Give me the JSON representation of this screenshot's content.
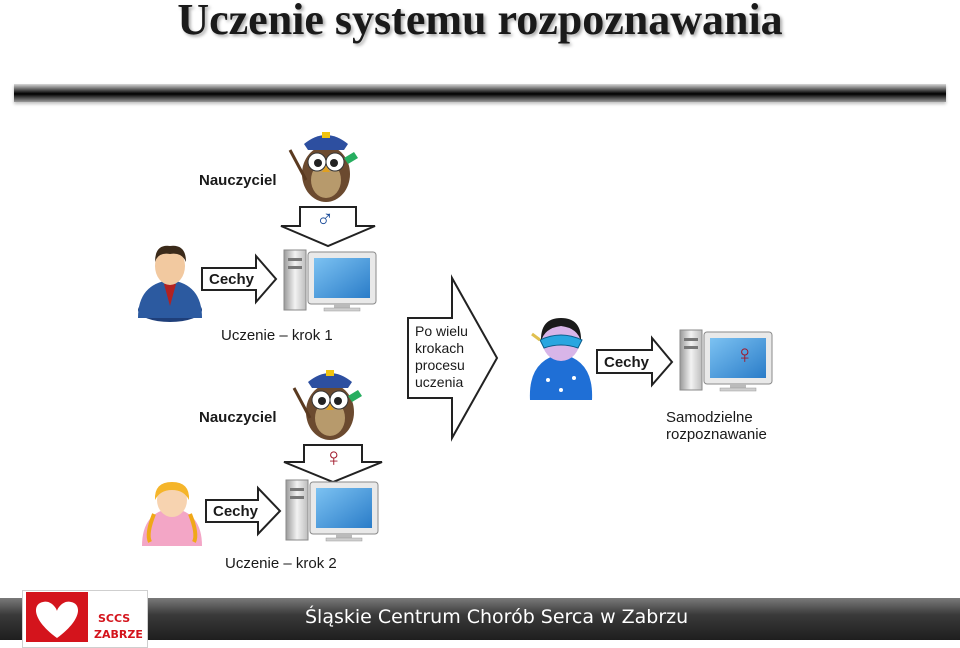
{
  "title": "Uczenie systemu rozpoznawania",
  "diagram": {
    "teacher_label_1": "Nauczyciel",
    "teacher_label_2": "Nauczyciel",
    "features_label_1": "Cechy",
    "features_label_2": "Cechy",
    "features_label_3": "Cechy",
    "step1_label": "Uczenie – krok 1",
    "step2_label": "Uczenie – krok 2",
    "process_label": "Po wielu\nkrokach\nprocesu\nuczenia",
    "result_label": "Samodzielne\nrozpoznawanie",
    "male_symbol": "♂",
    "female_symbol": "♀",
    "accent_colors": {
      "screen": "#3d8fd6",
      "male_symbol": "#1e4e9a",
      "female_symbol": "#a0192b"
    }
  },
  "footer": {
    "text": "Śląskie Centrum Chorób Serca w Zabrzu",
    "logo_line1": "SCCS",
    "logo_line2": "ZABRZE"
  }
}
